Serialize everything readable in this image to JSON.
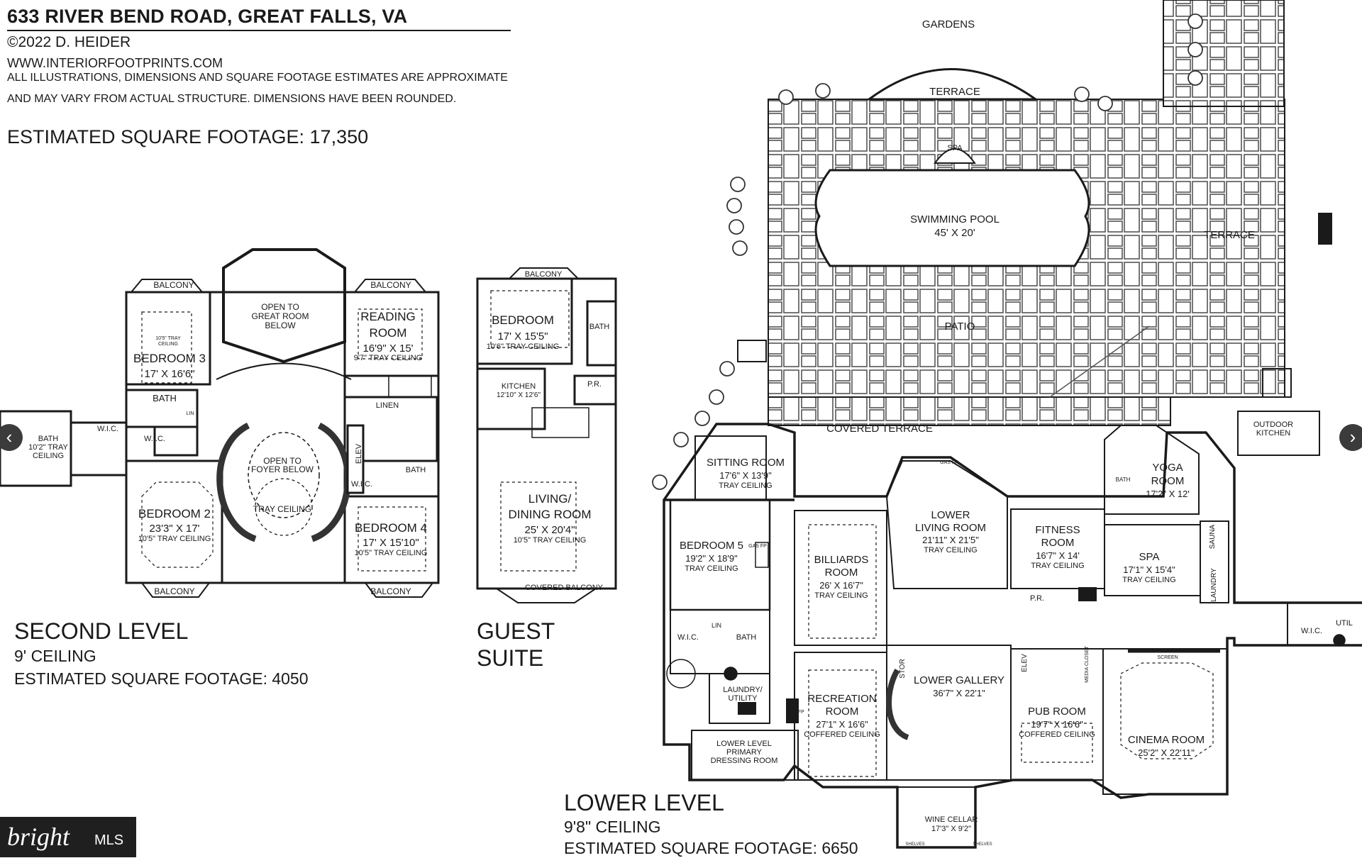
{
  "header": {
    "address": "633 RIVER BEND ROAD, GREAT FALLS, VA",
    "copyright": "©2022 D. HEIDER",
    "website": "WWW.INTERIORFOOTPRINTS.COM",
    "disclaimer_line1": "ALL ILLUSTRATIONS, DIMENSIONS AND SQUARE FOOTAGE ESTIMATES ARE APPROXIMATE",
    "disclaimer_line2": "AND MAY VARY FROM ACTUAL STRUCTURE. DIMENSIONS HAVE BEEN ROUNDED.",
    "total_sqft": "ESTIMATED SQUARE FOOTAGE: 17,350"
  },
  "second_level": {
    "title": "SECOND LEVEL",
    "ceiling": "9' CEILING",
    "sqft": "ESTIMATED SQUARE FOOTAGE: 4050",
    "rooms": {
      "balcony_1": "BALCONY",
      "balcony_2": "BALCONY",
      "balcony_3": "BALCONY",
      "balcony_4": "BALCONY",
      "open_great_1": "OPEN TO",
      "open_great_2": "GREAT ROOM",
      "open_great_3": "BELOW",
      "reading_1": "READING",
      "reading_2": "ROOM",
      "reading_dim": "16'9\" X 15'",
      "reading_ceiling": "9'7\" TRAY CEILING",
      "bed3_tray_1": "10'5\" TRAY",
      "bed3_tray_2": "CEILING",
      "bed3_name": "BEDROOM 3",
      "bed3_dim": "17' X 16'6\"",
      "bath_a": "BATH",
      "bath_b_1": "BATH",
      "bath_b_2": "10'2\" TRAY",
      "bath_b_3": "CEILING",
      "wic_1": "W.I.C.",
      "wic_2": "W.I.C.",
      "wic_3": "W.I.C.",
      "lin": "LIN",
      "linen": "LINEN",
      "open_foyer_1": "OPEN TO",
      "open_foyer_2": "FOYER BELOW",
      "tray_ceiling": "TRAY CEILING",
      "elev": "ELEV",
      "bath_c": "BATH",
      "bed2_name": "BEDROOM 2",
      "bed2_dim": "23'3\" X 17'",
      "bed2_ceiling": "10'5\" TRAY CEILING",
      "bed4_name": "BEDROOM 4",
      "bed4_dim": "17' X 15'10\"",
      "bed4_ceiling": "10'5\" TRAY CEILING"
    }
  },
  "guest_suite": {
    "title_1": "GUEST",
    "title_2": "SUITE",
    "rooms": {
      "balcony": "BALCONY",
      "bedroom_name": "BEDROOM",
      "bedroom_dim": "17' X 15'5\"",
      "bedroom_ceiling": "10'6\" TRAY CEILING",
      "bath": "BATH",
      "kitchen_name": "KITCHEN",
      "kitchen_dim": "12'10\" X 12'6\"",
      "pr": "P.R.",
      "living_1": "LIVING/",
      "living_2": "DINING ROOM",
      "living_dim": "25' X 20'4\"",
      "living_ceiling": "10'5\" TRAY CEILING",
      "covered_balcony": "COVERED BALCONY"
    }
  },
  "lower_level": {
    "title": "LOWER LEVEL",
    "ceiling": "9'8\" CEILING",
    "sqft": "ESTIMATED SQUARE FOOTAGE: 6650",
    "rooms": {
      "gardens": "GARDENS",
      "terrace_top": "TERRACE",
      "spa_pool": "SPA",
      "pool_name": "SWIMMING POOL",
      "pool_dim": "45' X 20'",
      "terrace_right": "TERRACE",
      "patio": "PATIO",
      "covered_terrace": "COVERED TERRACE",
      "outdoor_kitchen_1": "OUTDOOR",
      "outdoor_kitchen_2": "KITCHEN",
      "sitting_name": "SITTING ROOM",
      "sitting_dim": "17'6\" X 13'9\"",
      "sitting_ceiling": "TRAY CEILING",
      "lower_living_1": "LOWER",
      "lower_living_2": "LIVING ROOM",
      "lower_living_dim": "21'11\" X 21'5\"",
      "lower_living_ceiling": "TRAY CEILING",
      "yoga_1": "YOGA",
      "yoga_2": "ROOM",
      "yoga_dim": "17'2\" X 12'",
      "bath_yoga": "BATH",
      "bed5_name": "BEDROOM 5",
      "bed5_dim": "19'2\" X 18'9\"",
      "bed5_ceiling": "TRAY CEILING",
      "billiards_1": "BILLIARDS",
      "billiards_2": "ROOM",
      "billiards_dim": "26' X 16'7\"",
      "billiards_ceiling": "TRAY CEILING",
      "fitness_1": "FITNESS",
      "fitness_2": "ROOM",
      "fitness_dim": "16'7\" X 14'",
      "fitness_ceiling": "TRAY CEILING",
      "spa_name": "SPA",
      "spa_dim": "17'1\" X 15'4\"",
      "spa_ceiling": "TRAY CEILING",
      "sauna": "SAUNA",
      "laundry": "LAUNDRY",
      "wic_lower": "W.I.C.",
      "lin_lower": "LIN",
      "bath_lower": "BATH",
      "pr_lower": "P.R.",
      "laundry_util_1": "LAUNDRY/",
      "laundry_util_2": "UTILITY",
      "recreation_1": "RECREATION",
      "recreation_2": "ROOM",
      "recreation_dim": "27'1\" X 16'6\"",
      "recreation_ceiling": "COFFERED CEILING",
      "stor": "STOR",
      "lower_gallery_name": "LOWER GALLERY",
      "lower_gallery_dim": "36'7\" X 22'1\"",
      "elev_lower": "ELEV",
      "pub_name": "PUB ROOM",
      "pub_dim": "19'7\" X 16'6\"",
      "pub_ceiling": "COFFERED CEILING",
      "cinema_name": "CINEMA ROOM",
      "cinema_dim": "25'2\" X 22'11\"",
      "screen": "SCREEN",
      "media_closet": "MEDIA CLOSET",
      "primary_dress_1": "LOWER LEVEL",
      "primary_dress_2": "PRIMARY",
      "primary_dress_3": "DRESSING ROOM",
      "wine_name": "WINE CELLAR",
      "wine_dim": "17'3\" X 9'2\"",
      "shelves_1": "SHELVES",
      "shelves_2": "SHELVES",
      "wic_right": "W.I.C.",
      "util": "UTIL",
      "gas_fp_1": "GAS FP",
      "gas_fp_2": "GAS FP",
      "gas_fp_3": "GAS FP"
    }
  },
  "branding": {
    "logo_word": "bright",
    "logo_suffix": "MLS"
  },
  "navigation": {
    "prev_icon": "‹",
    "next_icon": "›"
  }
}
